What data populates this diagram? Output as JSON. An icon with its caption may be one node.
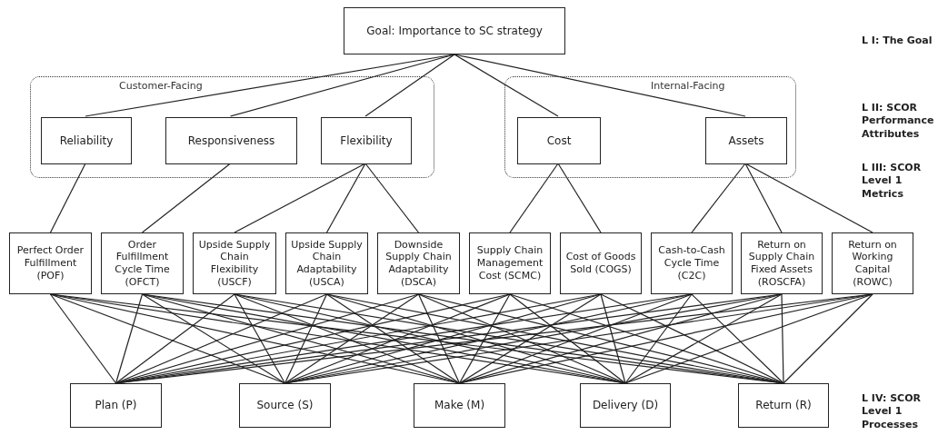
{
  "diagram": {
    "nodes": [
      {
        "text": [
          "Goal: Importance to SC strategy"
        ]
      },
      {
        "text": [
          "Customer-Facing"
        ]
      },
      {
        "text": [
          "Reliability"
        ],
        "in": 1
      },
      {
        "text": [
          "Responsiveness"
        ],
        "in": 1
      },
      {
        "text": [
          "Flexibility"
        ],
        "in": 1
      },
      {
        "text": [
          "Internal-Facing"
        ]
      },
      {
        "text": [
          "Cost"
        ],
        "in": 5
      },
      {
        "text": [
          "Assets"
        ],
        "in": 5
      },
      {
        "text": [
          "Perfect Order Fulfillment (POF)"
        ]
      },
      {
        "text": [
          "Order Fulfillment Cycle Time (OFCT)"
        ]
      },
      {
        "text": [
          "Upside Supply Chain Flexibility (USCF)"
        ]
      },
      {
        "text": [
          "Upside Supply Chain Adaptability (USCA)"
        ]
      },
      {
        "text": [
          "Downside Supply Chain Adaptability (DSCA)"
        ]
      },
      {
        "text": [
          "Supply Chain Management Cost (SCMC)"
        ]
      },
      {
        "text": [
          "Cost of Goods Sold (COGS)"
        ]
      },
      {
        "text": [
          "Cash-to-Cash Cycle Time (C2C)"
        ]
      },
      {
        "text": [
          "Return on Supply Chain Fixed Assets (ROSCFA)"
        ]
      },
      {
        "text": [
          "Return on Working Capital (ROWC)"
        ]
      },
      {
        "text": [
          "Plan (P)"
        ]
      },
      {
        "text": [
          "Source (S)"
        ]
      },
      {
        "text": [
          "Make (M)"
        ]
      },
      {
        "text": [
          "Delivery (D)"
        ]
      },
      {
        "text": [
          "Return (R)"
        ]
      }
    ],
    "edges": [
      {
        "from": 0,
        "to": 2,
        "arrow": "none"
      },
      {
        "from": 0,
        "to": 3,
        "arrow": "none"
      },
      {
        "from": 0,
        "to": 4,
        "arrow": "none"
      },
      {
        "from": 0,
        "to": 6,
        "arrow": "none"
      },
      {
        "from": 0,
        "to": 7,
        "arrow": "none"
      },
      {
        "from": 2,
        "to": 8,
        "arrow": "none"
      },
      {
        "from": 3,
        "to": 9,
        "arrow": "none"
      },
      {
        "from": 4,
        "to": 10,
        "arrow": "none"
      },
      {
        "from": 4,
        "to": 11,
        "arrow": "none"
      },
      {
        "from": 4,
        "to": 12,
        "arrow": "none"
      },
      {
        "from": 6,
        "to": 13,
        "arrow": "none"
      },
      {
        "from": 6,
        "to": 14,
        "arrow": "none"
      },
      {
        "from": 7,
        "to": 15,
        "arrow": "none"
      },
      {
        "from": 7,
        "to": 16,
        "arrow": "none"
      },
      {
        "from": 7,
        "to": 17,
        "arrow": "none"
      },
      {
        "from": 8,
        "to": 18,
        "arrow": "none"
      },
      {
        "from": 8,
        "to": 19,
        "arrow": "none"
      },
      {
        "from": 8,
        "to": 20,
        "arrow": "none"
      },
      {
        "from": 8,
        "to": 21,
        "arrow": "none"
      },
      {
        "from": 8,
        "to": 22,
        "arrow": "none"
      },
      {
        "from": 9,
        "to": 18,
        "arrow": "none"
      },
      {
        "from": 9,
        "to": 19,
        "arrow": "none"
      },
      {
        "from": 9,
        "to": 20,
        "arrow": "none"
      },
      {
        "from": 9,
        "to": 21,
        "arrow": "none"
      },
      {
        "from": 9,
        "to": 22,
        "arrow": "none"
      },
      {
        "from": 10,
        "to": 18,
        "arrow": "none"
      },
      {
        "from": 10,
        "to": 19,
        "arrow": "none"
      },
      {
        "from": 10,
        "to": 20,
        "arrow": "none"
      },
      {
        "from": 10,
        "to": 21,
        "arrow": "none"
      },
      {
        "from": 10,
        "to": 22,
        "arrow": "none"
      },
      {
        "from": 11,
        "to": 18,
        "arrow": "none"
      },
      {
        "from": 11,
        "to": 19,
        "arrow": "none"
      },
      {
        "from": 11,
        "to": 20,
        "arrow": "none"
      },
      {
        "from": 11,
        "to": 21,
        "arrow": "none"
      },
      {
        "from": 11,
        "to": 22,
        "arrow": "none"
      },
      {
        "from": 12,
        "to": 18,
        "arrow": "none"
      },
      {
        "from": 12,
        "to": 19,
        "arrow": "none"
      },
      {
        "from": 12,
        "to": 20,
        "arrow": "none"
      },
      {
        "from": 12,
        "to": 21,
        "arrow": "none"
      },
      {
        "from": 12,
        "to": 22,
        "arrow": "none"
      },
      {
        "from": 13,
        "to": 18,
        "arrow": "none"
      },
      {
        "from": 13,
        "to": 19,
        "arrow": "none"
      },
      {
        "from": 13,
        "to": 20,
        "arrow": "none"
      },
      {
        "from": 13,
        "to": 21,
        "arrow": "none"
      },
      {
        "from": 13,
        "to": 22,
        "arrow": "none"
      },
      {
        "from": 14,
        "to": 18,
        "arrow": "none"
      },
      {
        "from": 14,
        "to": 19,
        "arrow": "none"
      },
      {
        "from": 14,
        "to": 20,
        "arrow": "none"
      },
      {
        "from": 14,
        "to": 21,
        "arrow": "none"
      },
      {
        "from": 14,
        "to": 22,
        "arrow": "none"
      },
      {
        "from": 15,
        "to": 18,
        "arrow": "none"
      },
      {
        "from": 15,
        "to": 19,
        "arrow": "none"
      },
      {
        "from": 15,
        "to": 20,
        "arrow": "none"
      },
      {
        "from": 15,
        "to": 21,
        "arrow": "none"
      },
      {
        "from": 15,
        "to": 22,
        "arrow": "none"
      },
      {
        "from": 16,
        "to": 18,
        "arrow": "none"
      },
      {
        "from": 16,
        "to": 19,
        "arrow": "none"
      },
      {
        "from": 16,
        "to": 20,
        "arrow": "none"
      },
      {
        "from": 16,
        "to": 21,
        "arrow": "none"
      },
      {
        "from": 16,
        "to": 22,
        "arrow": "none"
      },
      {
        "from": 17,
        "to": 18,
        "arrow": "none"
      },
      {
        "from": 17,
        "to": 19,
        "arrow": "none"
      },
      {
        "from": 17,
        "to": 20,
        "arrow": "none"
      },
      {
        "from": 17,
        "to": 21,
        "arrow": "none"
      },
      {
        "from": 17,
        "to": 22,
        "arrow": "none"
      }
    ],
    "labels": [
      "L I: The Goal",
      "L II: SCOR Performance Attributes",
      "L III: SCOR Level 1 Metrics",
      "L IV: SCOR Level 1 Processes"
    ]
  }
}
